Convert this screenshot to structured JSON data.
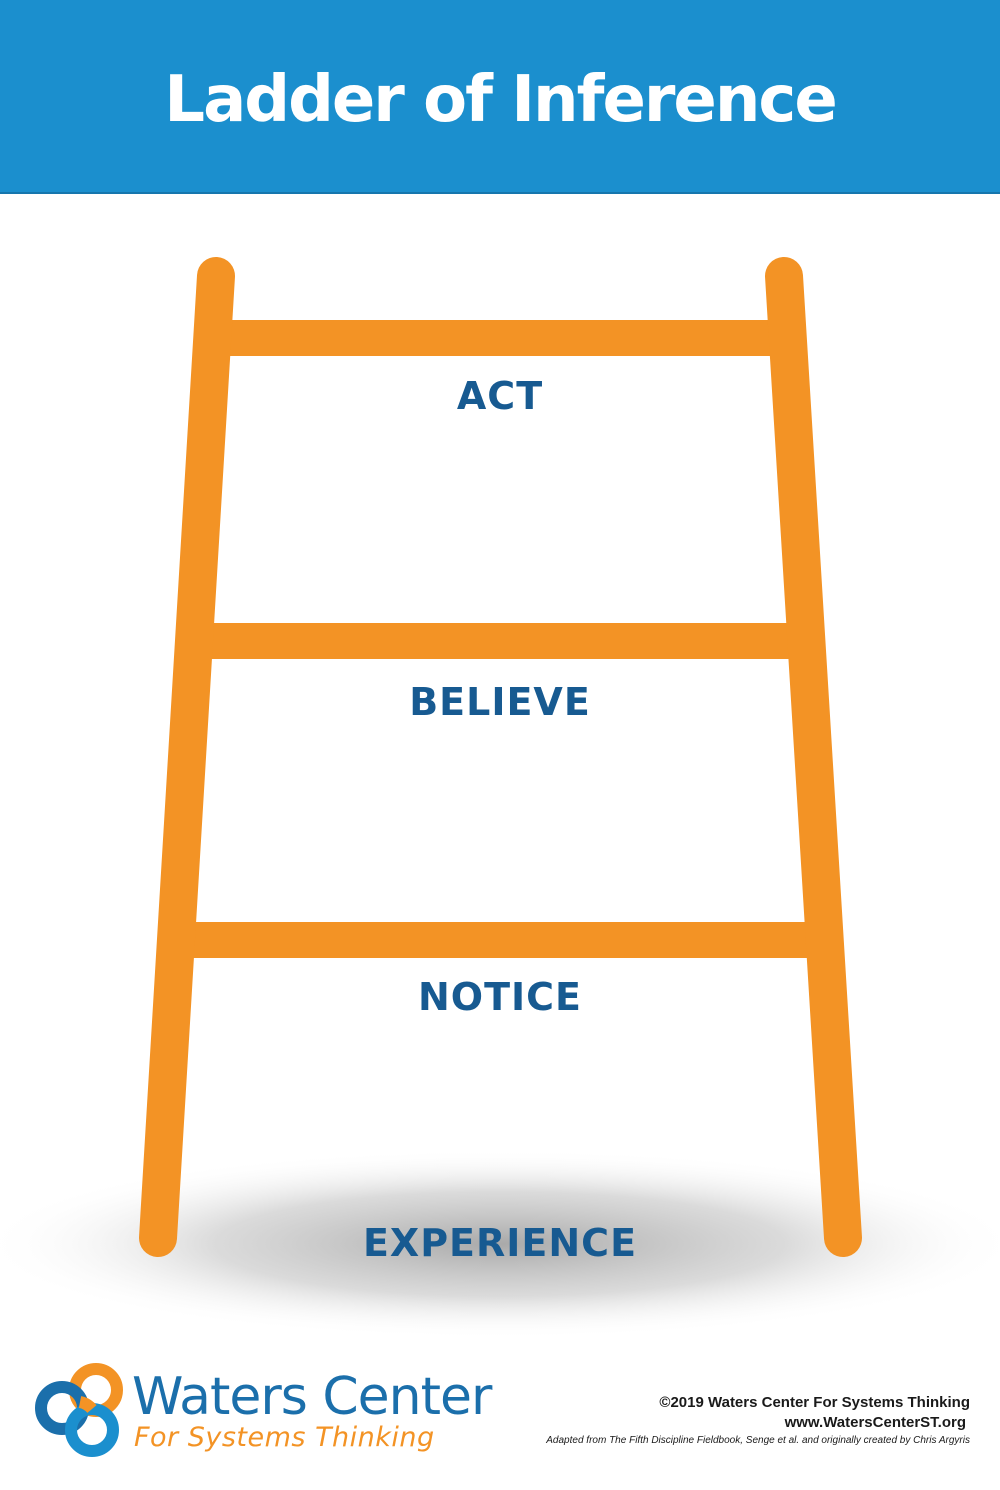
{
  "header": {
    "title": "Ladder of Inference"
  },
  "colors": {
    "header": "#1b8fce",
    "ladder": "#f39325",
    "labels": "#175a91",
    "logo_blue": "#1b6fab",
    "logo_orange": "#f39325"
  },
  "ladder": {
    "rungs": [
      "ACT",
      "BELIEVE",
      "NOTICE"
    ],
    "ground": "EXPERIENCE"
  },
  "logo": {
    "icon": "waters-center-knot-icon",
    "name": "Waters Center",
    "tagline": "For Systems Thinking"
  },
  "credits": {
    "copyright": "©2019 Waters Center For Systems Thinking",
    "website": "www.WatersCenterST.org",
    "attribution": "Adapted from The Fifth Discipline Fieldbook, Senge et al. and originally created by Chris Argyris"
  }
}
